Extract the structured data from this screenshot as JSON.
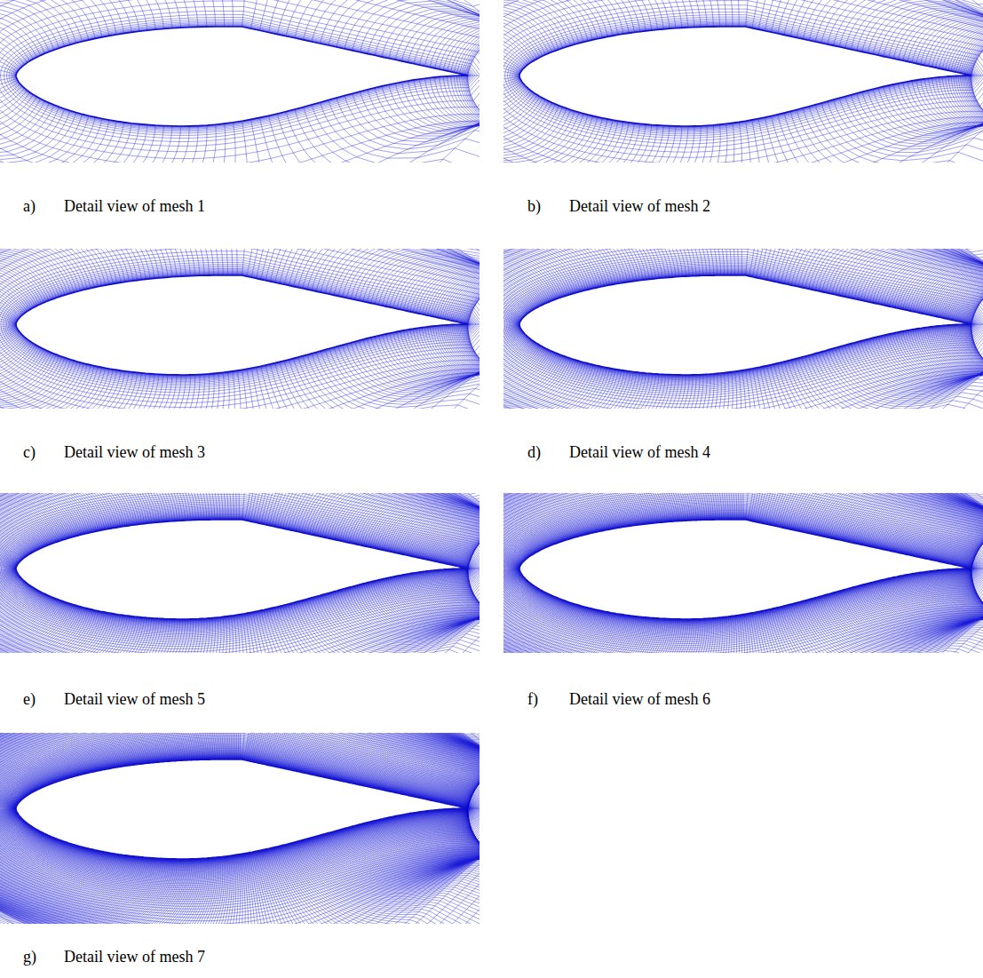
{
  "diagram": {
    "labels": [
      "a)",
      "Detail view of mesh 1",
      "b)",
      "Detail view of mesh 2",
      "c)",
      "Detail view of mesh 3",
      "d)",
      "Detail view of mesh 4",
      "e)",
      "Detail view of mesh 5",
      "f)",
      "Detail view of mesh 6",
      "g)",
      "Detail view of mesh 7"
    ]
  }
}
